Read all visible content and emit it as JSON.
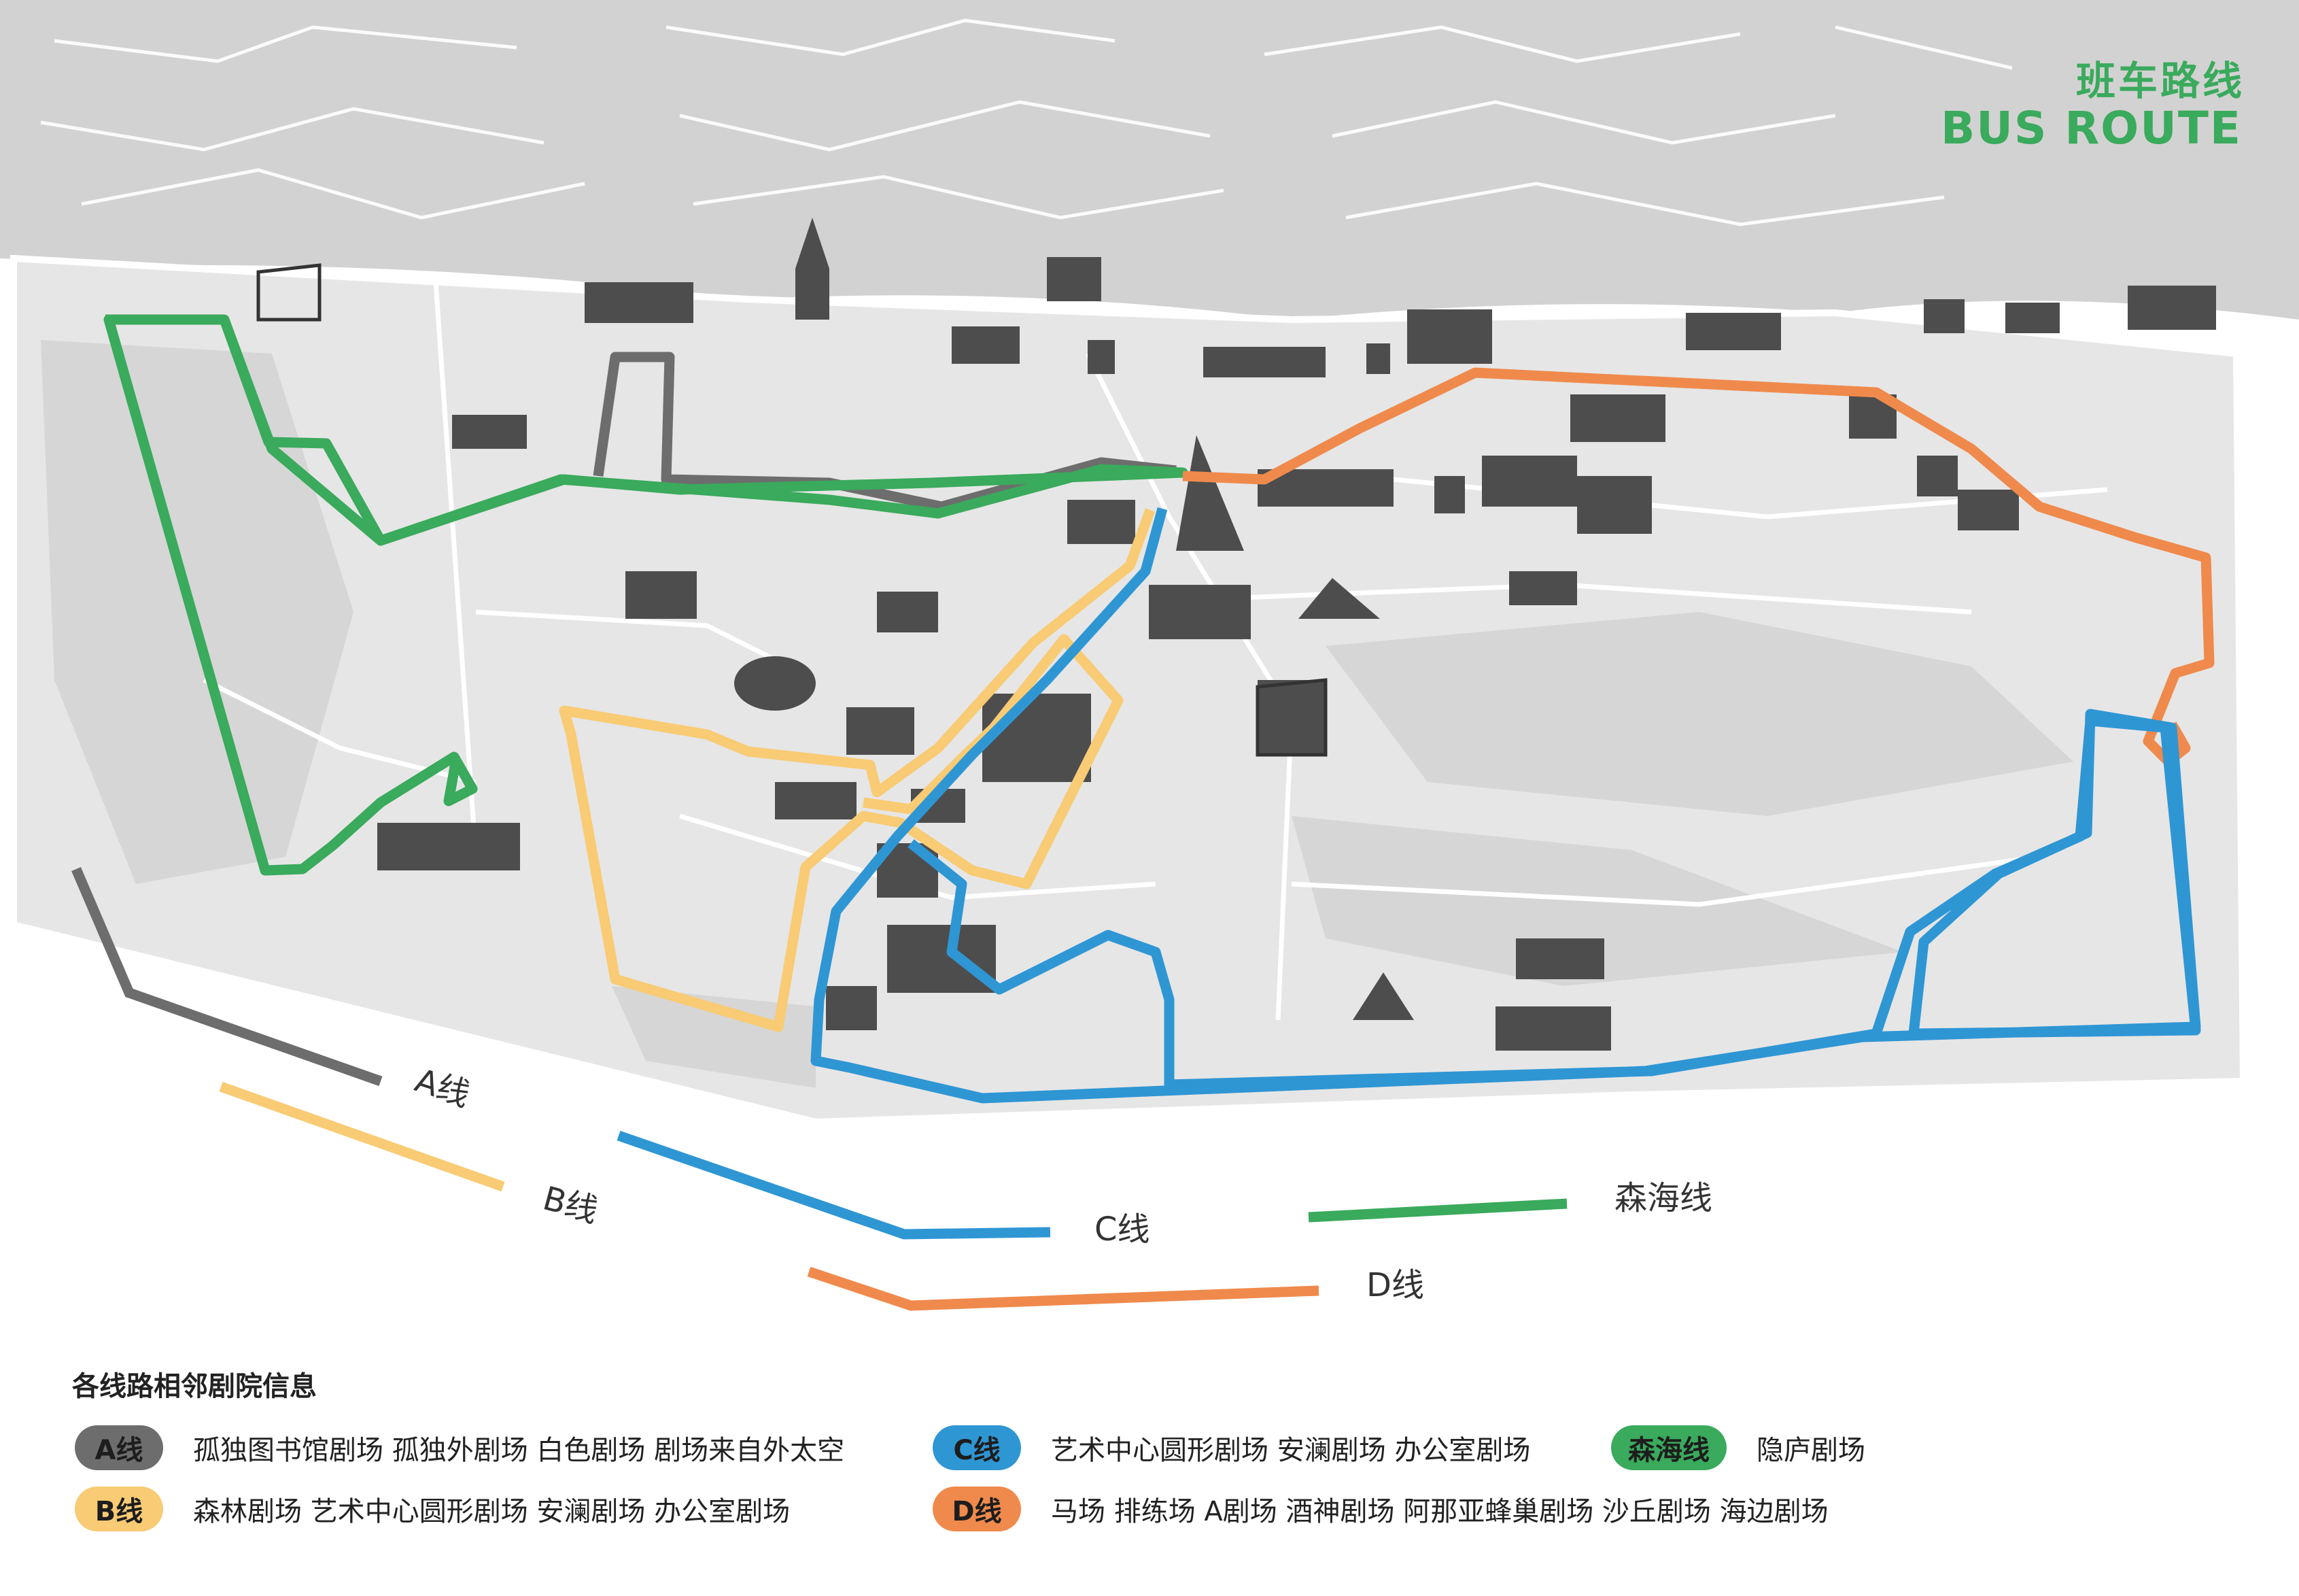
{
  "title": {
    "cn": "班车路线",
    "en": "BUS ROUTE"
  },
  "colors": {
    "line_a": "#6d6d6d",
    "line_b": "#f8cb74",
    "line_c": "#2f96d4",
    "line_sea": "#3aaa5c",
    "line_d": "#ef8a4c",
    "map_base": "#e4e4e4",
    "sea": "#cfcfcf",
    "building": "#4d4d4d"
  },
  "legend": [
    {
      "key": "A",
      "label": "A线"
    },
    {
      "key": "B",
      "label": "B线"
    },
    {
      "key": "C",
      "label": "C线"
    },
    {
      "key": "sea",
      "label": "森海线"
    },
    {
      "key": "D",
      "label": "D线"
    }
  ],
  "info": {
    "heading": "各线路相邻剧院信息",
    "rows": [
      {
        "line": "A线",
        "theaters": "孤独图书馆剧场  孤独外剧场  白色剧场  剧场来自外太空"
      },
      {
        "line": "B线",
        "theaters": "森林剧场  艺术中心圆形剧场  安澜剧场  办公室剧场"
      },
      {
        "line": "C线",
        "theaters": "艺术中心圆形剧场  安澜剧场  办公室剧场"
      },
      {
        "line": "D线",
        "theaters": "马场  排练场  A剧场  酒神剧场  阿那亚蜂巢剧场  沙丘剧场  海边剧场"
      },
      {
        "line": "森海线",
        "theaters": "隐庐剧场"
      }
    ]
  }
}
